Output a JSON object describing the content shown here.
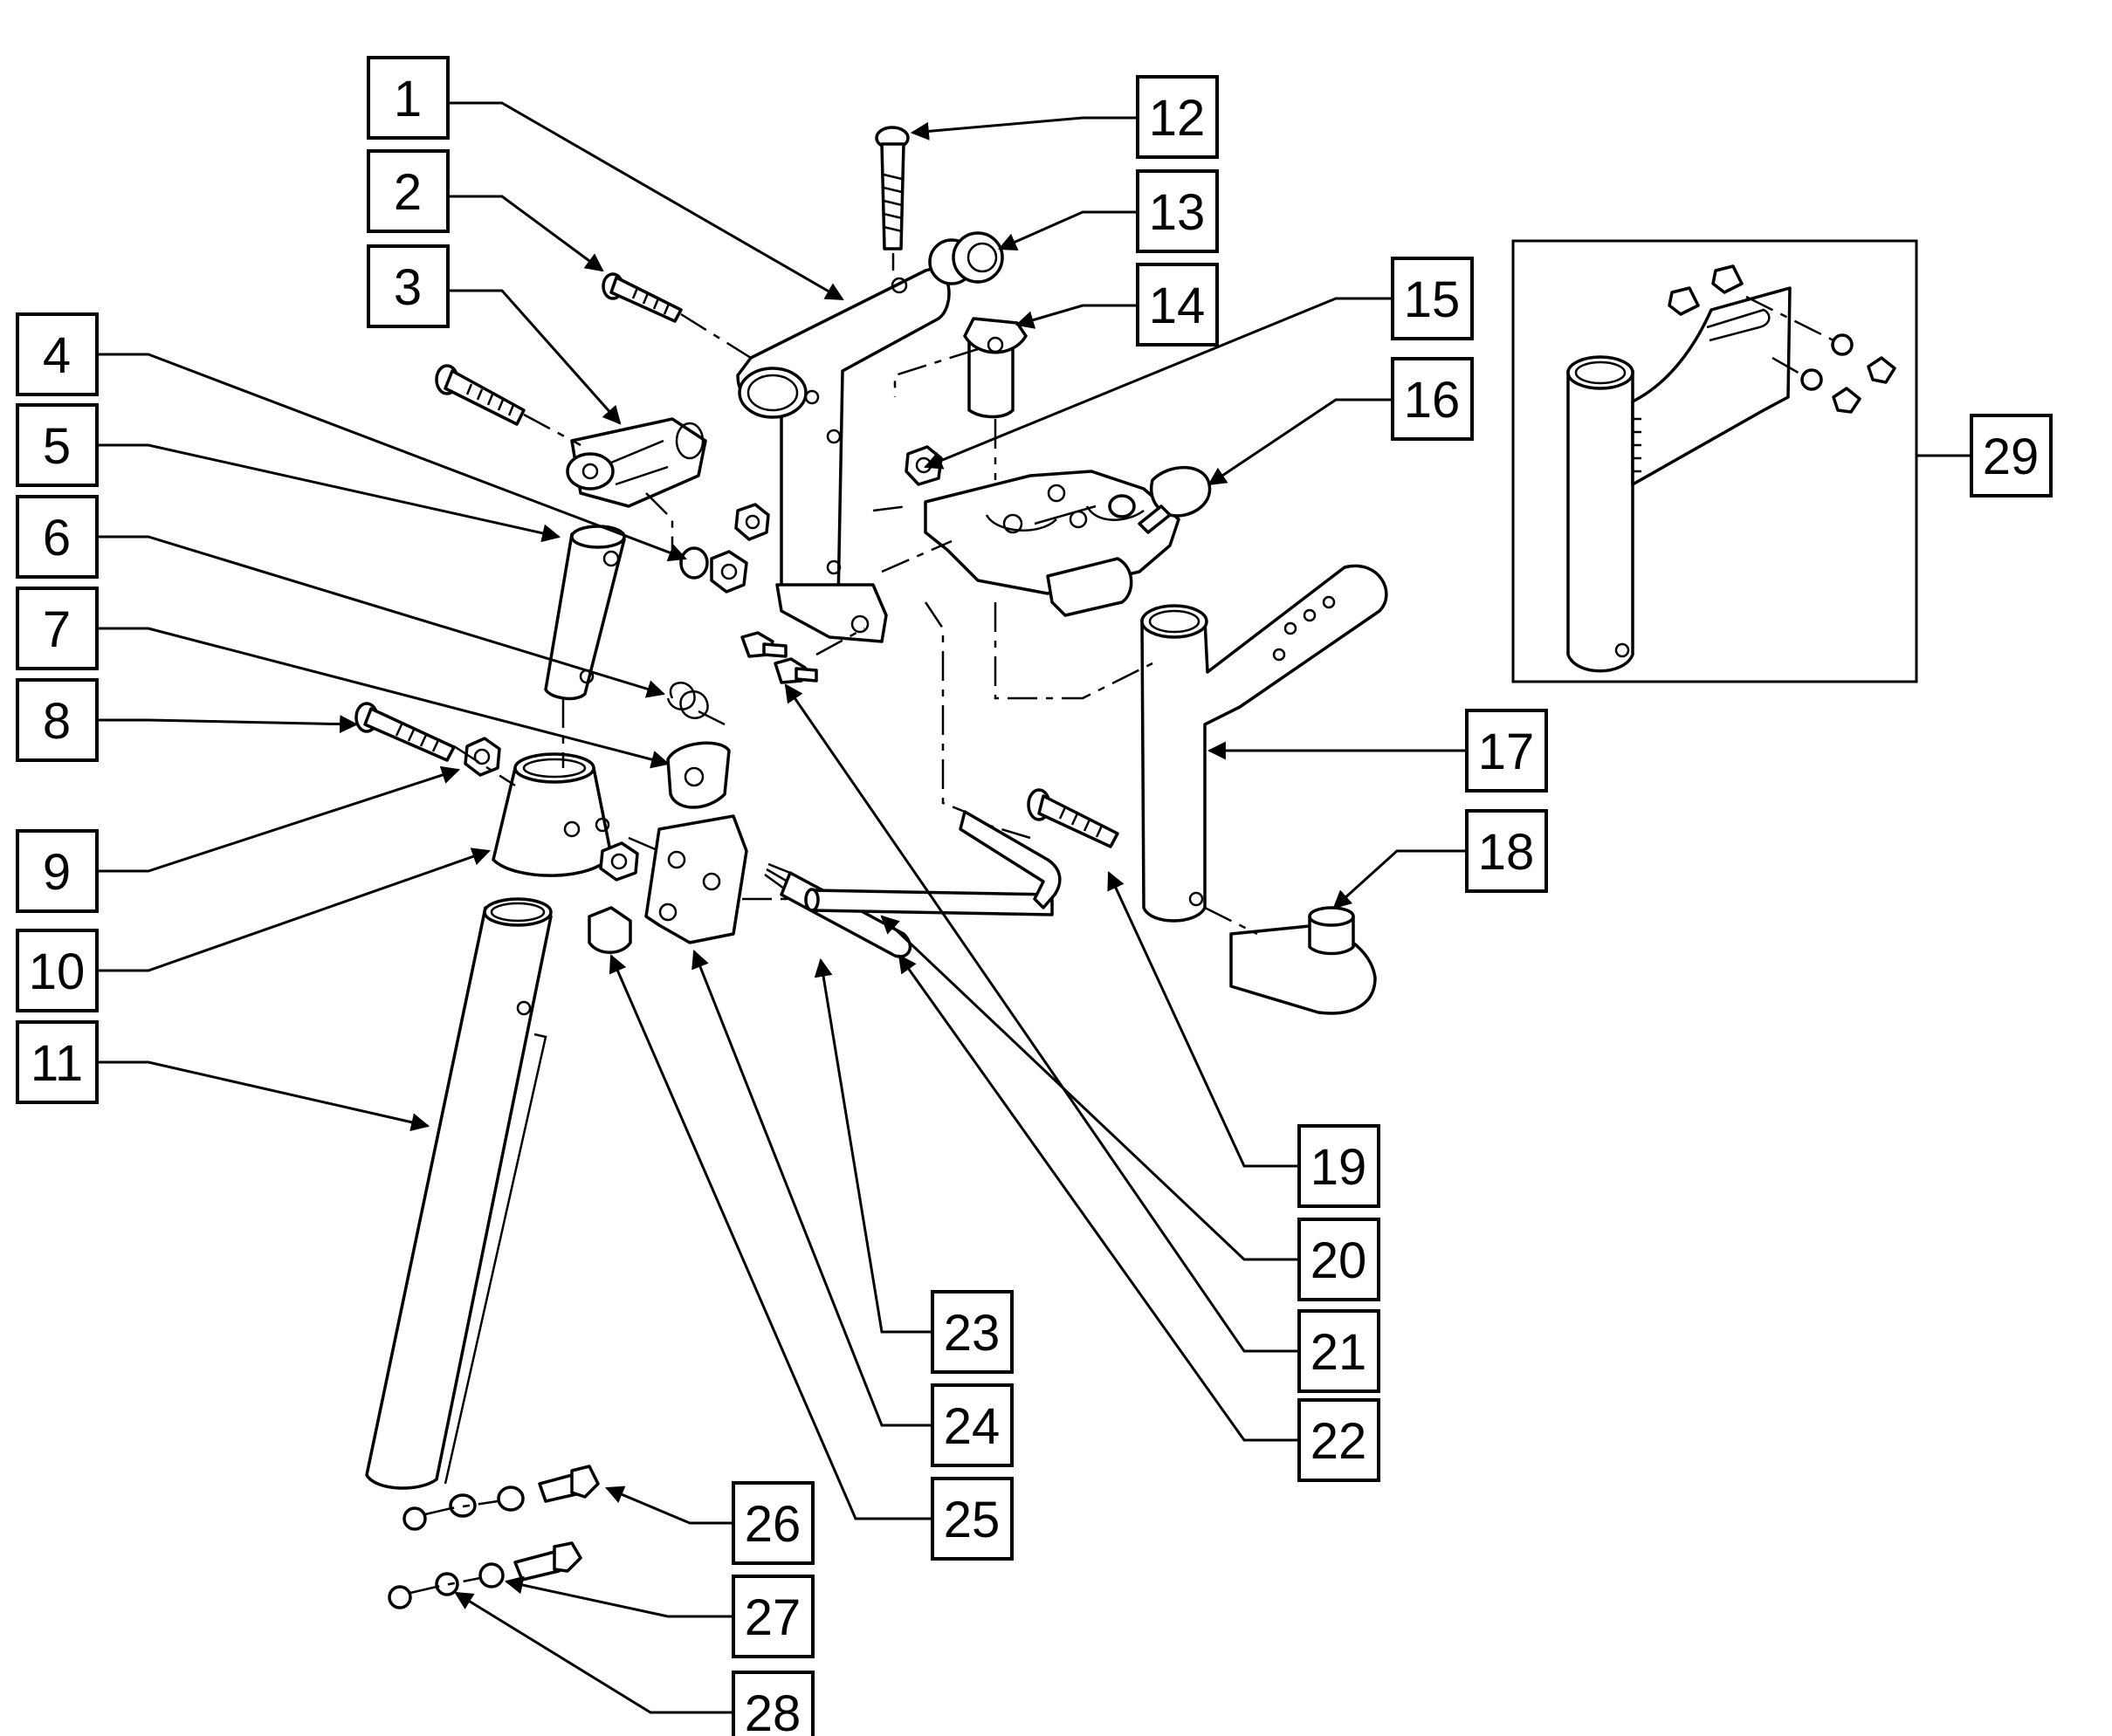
{
  "figure": {
    "labels": [
      "1",
      "2",
      "3",
      "4",
      "5",
      "6",
      "7",
      "8",
      "9",
      "10",
      "11",
      "12",
      "13",
      "14",
      "15",
      "16",
      "17",
      "18",
      "19",
      "20",
      "21",
      "22",
      "23",
      "24",
      "25",
      "26",
      "27",
      "28",
      "29"
    ]
  },
  "colors": {
    "line": "#000000",
    "background": "#ffffff"
  }
}
